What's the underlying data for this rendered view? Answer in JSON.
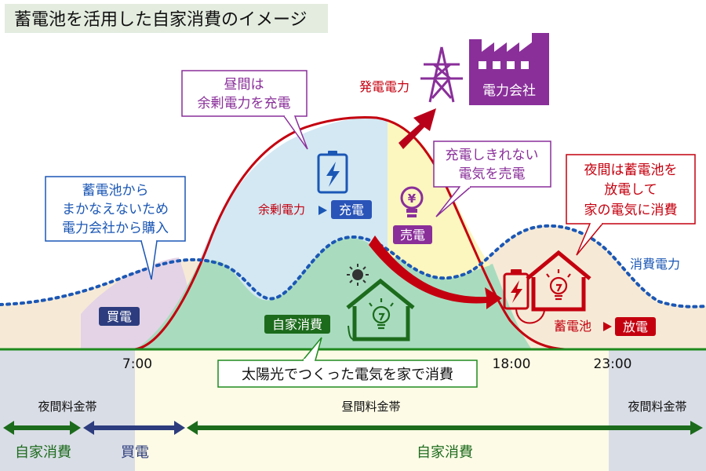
{
  "title": "蓄電池を活用した自家消費のイメージ",
  "company_label": "電力会社",
  "curves": {
    "generation_label": "発電電力",
    "consumption_label": "消費電力"
  },
  "callouts": {
    "daytime_charge_line1": "昼間は",
    "daytime_charge_line2": "余剰電力を充電",
    "buy_line1": "蓄電池から",
    "buy_line2": "まかなえないため",
    "buy_line3": "電力会社から購入",
    "sell_line1": "充電しきれない",
    "sell_line2": "電気を売電",
    "night_line1": "夜間は蓄電池を",
    "night_line2": "放電して",
    "night_line3": "家の電気に消費",
    "solar_self_use": "太陽光でつくった電気を家で消費"
  },
  "labels": {
    "surplus": "余剰電力",
    "charge_badge": "充電",
    "sell_badge": "売電",
    "buy_badge": "買電",
    "self_use_badge": "自家消費",
    "battery": "蓄電池",
    "discharge_badge": "放電",
    "yen_symbol": "¥"
  },
  "times": {
    "t1": "7:00",
    "t2": "18:00",
    "t3": "23:00"
  },
  "tariffs": {
    "night_left": "夜間料金帯",
    "day": "昼間料金帯",
    "night_right": "夜間料金帯"
  },
  "bottom": {
    "left": "自家消費",
    "middle": "買電",
    "right": "自家消費"
  },
  "colors": {
    "generation": "#c4000f",
    "consumption": "#1b57b5",
    "self_use": "#1c6b1c",
    "purple": "#8a2f9a",
    "navy": "#2c3c7e"
  }
}
